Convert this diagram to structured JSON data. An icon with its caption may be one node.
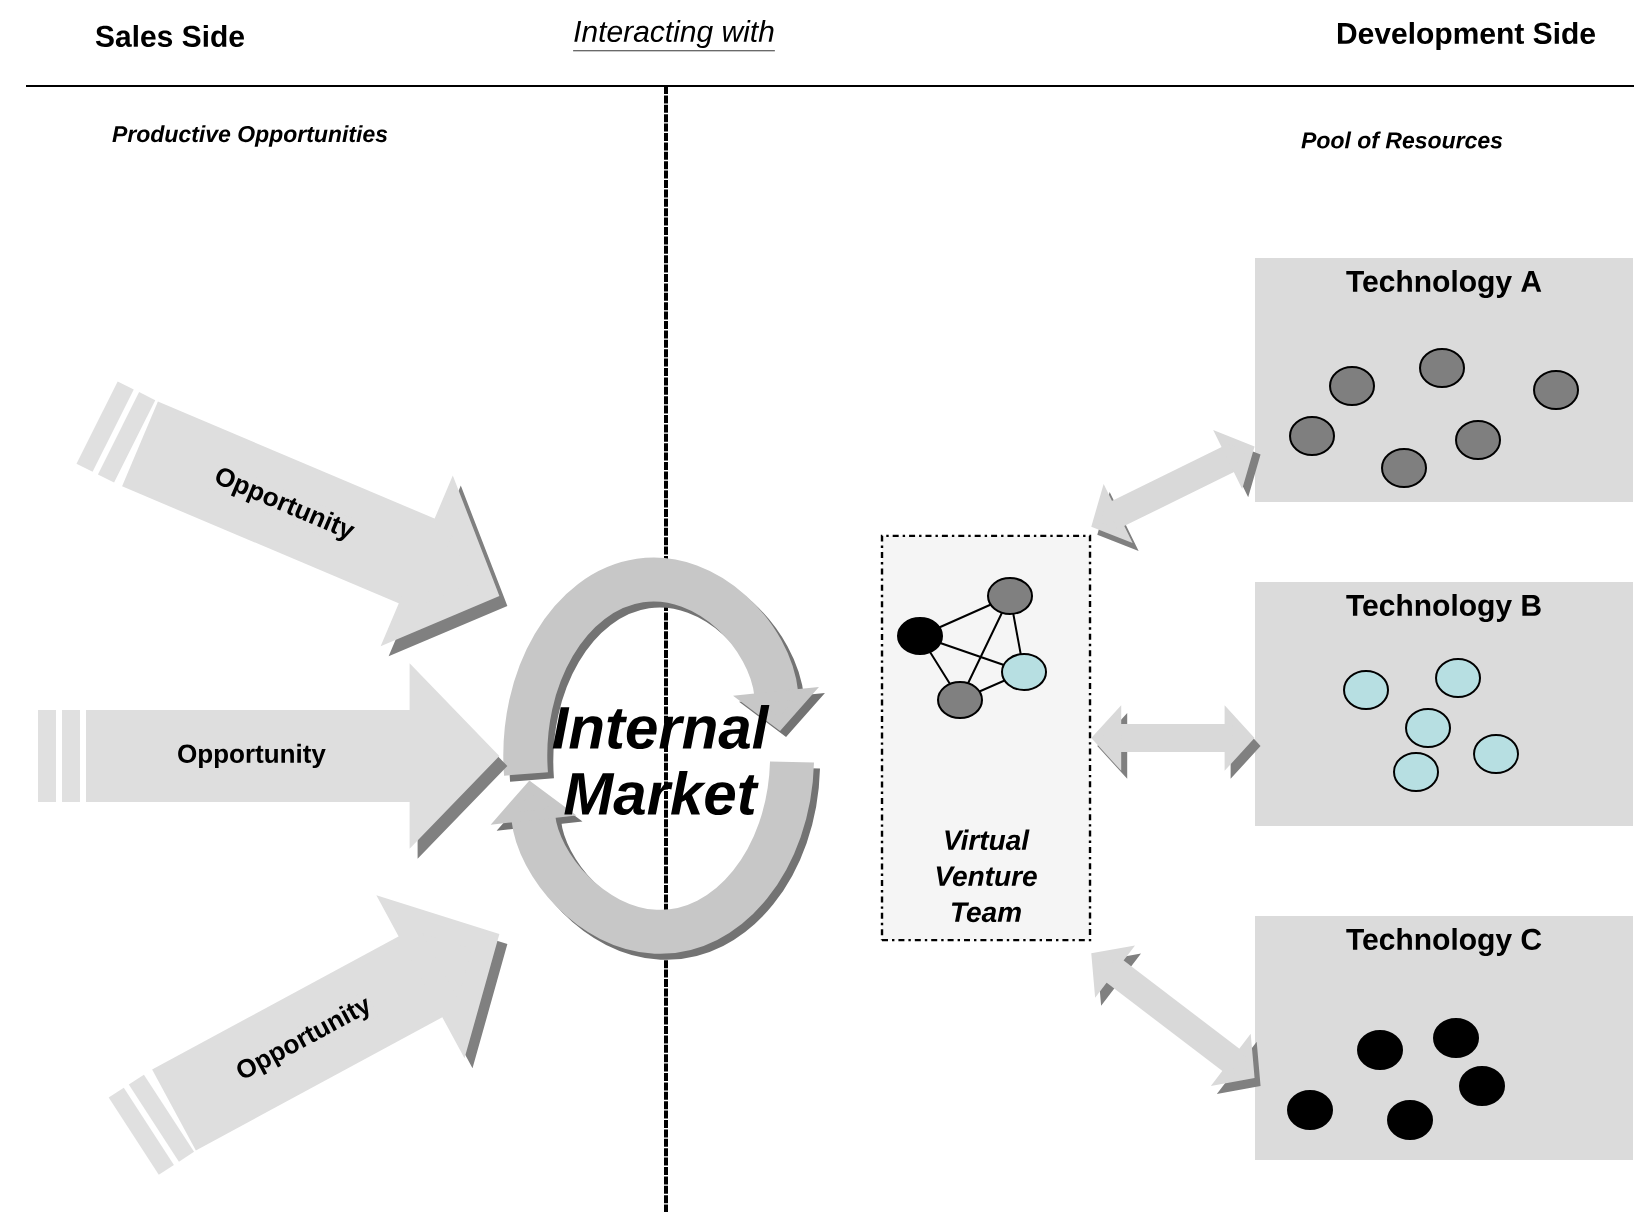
{
  "diagram": {
    "nodes": [
      {
        "text": [
          "Internal Market"
        ]
      },
      {
        "text": [
          "Virtual Venture Team"
        ]
      },
      {
        "text": [
          "Technology A"
        ]
      },
      {
        "text": [
          "Technology B"
        ]
      },
      {
        "text": [
          "Technology C"
        ]
      }
    ],
    "edges": [
      {
        "from": null,
        "to": 0,
        "arrow": "to",
        "label": "Opportunity",
        "style": "thick"
      },
      {
        "from": null,
        "to": 0,
        "arrow": "to",
        "label": "Opportunity",
        "style": "thick"
      },
      {
        "from": null,
        "to": 0,
        "arrow": "to",
        "label": "Opportunity",
        "style": "thick"
      },
      {
        "from": 1,
        "to": 2,
        "arrow": "both"
      },
      {
        "from": 1,
        "to": 3,
        "arrow": "both"
      },
      {
        "from": 1,
        "to": 4,
        "arrow": "both"
      }
    ],
    "labels": [
      "Sales Side",
      "Interacting with",
      "Development Side",
      "Productive Opportunities",
      "Pool of Resources"
    ]
  }
}
